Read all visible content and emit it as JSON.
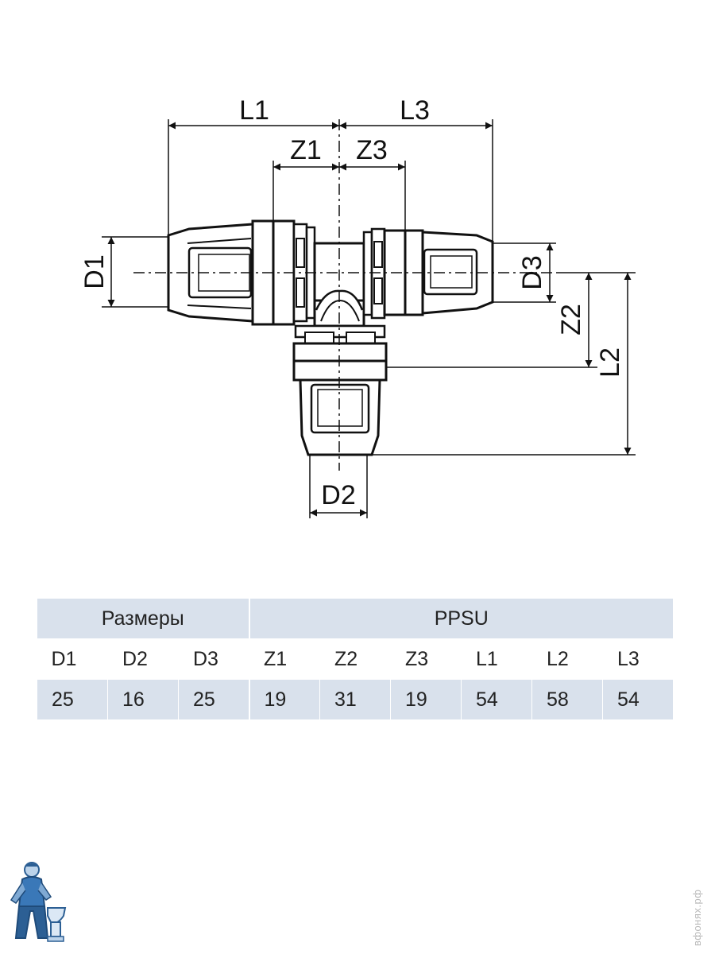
{
  "diagram": {
    "labels": {
      "L1": "L1",
      "L3": "L3",
      "Z1": "Z1",
      "Z3": "Z3",
      "D1": "D1",
      "D2": "D2",
      "D3": "D3",
      "Z2": "Z2",
      "L2": "L2"
    }
  },
  "table": {
    "group_headers": [
      "Размеры",
      "PPSU"
    ],
    "columns": [
      "D1",
      "D2",
      "D3",
      "Z1",
      "Z2",
      "Z3",
      "L1",
      "L2",
      "L3"
    ],
    "values": [
      "25",
      "16",
      "25",
      "19",
      "31",
      "19",
      "54",
      "58",
      "54"
    ]
  },
  "watermark": "вфонях.рф",
  "logo": {
    "icon": "plumber-mascot-icon"
  }
}
